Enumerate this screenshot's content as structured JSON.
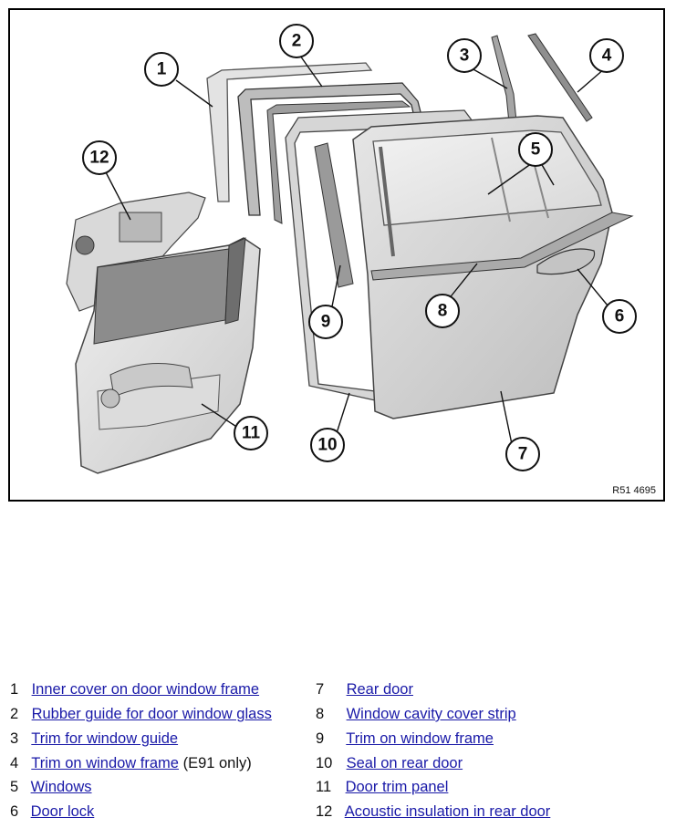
{
  "figure": {
    "reference_code": "R51 4695",
    "callouts": [
      "1",
      "2",
      "3",
      "4",
      "5",
      "6",
      "7",
      "8",
      "9",
      "10",
      "11",
      "12"
    ]
  },
  "legend": {
    "items": [
      {
        "num": "1",
        "label": "Inner cover on door window frame",
        "suffix": ""
      },
      {
        "num": "2",
        "label": "Rubber guide for door window glass",
        "suffix": ""
      },
      {
        "num": "3",
        "label": "Trim for window guide",
        "suffix": ""
      },
      {
        "num": "4",
        "label": "Trim on window frame",
        "suffix": " (E91 only)"
      },
      {
        "num": "5",
        "label": "Windows",
        "suffix": ""
      },
      {
        "num": "6",
        "label": "Door lock",
        "suffix": ""
      },
      {
        "num": "7",
        "label": "Rear door",
        "suffix": ""
      },
      {
        "num": "8",
        "label": "Window cavity cover strip",
        "suffix": ""
      },
      {
        "num": "9",
        "label": "Trim on window frame",
        "suffix": ""
      },
      {
        "num": "10",
        "label": "Seal on rear door",
        "suffix": ""
      },
      {
        "num": "11",
        "label": "Door trim panel",
        "suffix": ""
      },
      {
        "num": "12",
        "label": "Acoustic insulation in rear door",
        "suffix": ""
      }
    ]
  },
  "colors": {
    "link": "#1a1aa8",
    "part_fill": "#cfcfcf",
    "part_stroke": "#444444"
  }
}
